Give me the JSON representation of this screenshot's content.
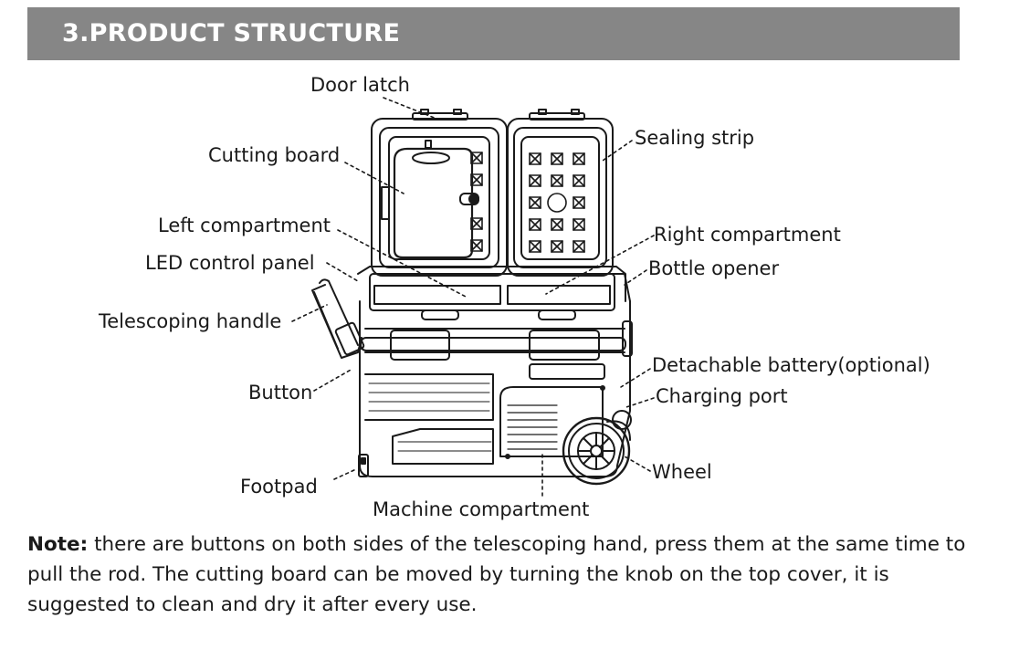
{
  "header": {
    "title": "3.PRODUCT STRUCTURE"
  },
  "labels": {
    "door_latch": "Door latch",
    "cutting_board": "Cutting board",
    "left_compartment": "Left compartment",
    "led_control_panel": "LED control panel",
    "telescoping_handle": "Telescoping handle",
    "button": "Button",
    "footpad": "Footpad",
    "machine_compartment": "Machine compartment",
    "sealing_strip": "Sealing strip",
    "right_compartment": "Right compartment",
    "bottle_opener": "Bottle opener",
    "detachable_battery": "Detachable battery(optional)",
    "charging_port": "Charging port",
    "wheel": "Wheel"
  },
  "note": {
    "label": "Note:",
    "text": " there are buttons on both sides of the telescoping hand, press them at the same time to pull the rod. The cutting board can be moved by turning the knob on the top cover, it is suggested to clean and dry it after every use."
  },
  "colors": {
    "header_bg": "#868686",
    "header_text": "#ffffff",
    "line": "#1a1a1a"
  }
}
